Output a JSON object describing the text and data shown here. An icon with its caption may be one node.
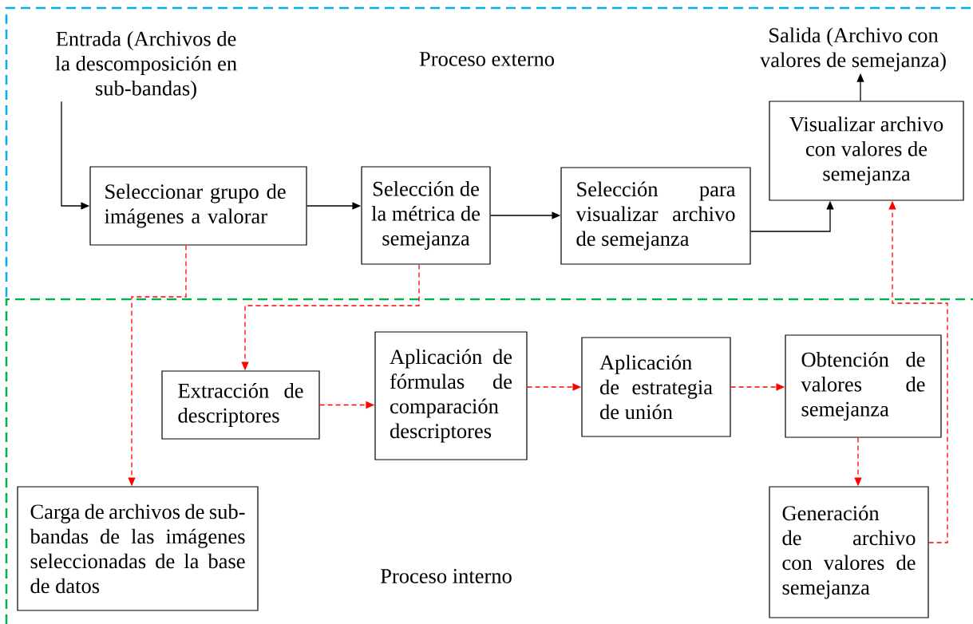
{
  "diagram": {
    "nodes": [
      {
        "text": [
          "Proceso externo"
        ]
      },
      {
        "text": [
          "Entrada (Archivos de la descomposición en sub-bandas)"
        ],
        "in": 0
      },
      {
        "text": [
          "Seleccionar grupo de imágenes a valorar"
        ],
        "in": 0
      },
      {
        "text": [
          "Selección de la métrica de semejanza"
        ],
        "in": 0
      },
      {
        "text": [
          "Selección para visualizar archivo de semejanza"
        ],
        "in": 0
      },
      {
        "text": [
          "Visualizar archivo con valores de semejanza"
        ],
        "in": 0
      },
      {
        "text": [
          "Salida (Archivo con valores de semejanza)"
        ],
        "in": 0
      },
      {
        "text": [
          "Proceso interno"
        ]
      },
      {
        "text": [
          "Extracción de descriptores"
        ],
        "in": 7
      },
      {
        "text": [
          "Aplicación de fórmulas de comparación descriptores"
        ],
        "in": 7
      },
      {
        "text": [
          "Aplicación de estrategia de unión"
        ],
        "in": 7
      },
      {
        "text": [
          "Obtención de valores de semejanza"
        ],
        "in": 7
      },
      {
        "text": [
          "Carga de archivos de sub-bandas de las imágenes seleccionadas de la base de datos"
        ],
        "in": 7
      },
      {
        "text": [
          "Generación de archivo con valores de semejanza"
        ],
        "in": 7
      }
    ],
    "edges": [
      {
        "from": 1,
        "to": 2,
        "arrow": "to",
        "color": "#000000"
      },
      {
        "from": 2,
        "to": 3,
        "arrow": "to",
        "color": "#000000"
      },
      {
        "from": 3,
        "to": 4,
        "arrow": "to",
        "color": "#000000"
      },
      {
        "from": 4,
        "to": 5,
        "arrow": "to",
        "color": "#000000"
      },
      {
        "from": 5,
        "to": 6,
        "arrow": "to",
        "color": "#000000"
      },
      {
        "from": 2,
        "to": 12,
        "arrow": "to",
        "style": "dashed"
      },
      {
        "from": 3,
        "to": 8,
        "arrow": "to",
        "style": "dashed"
      },
      {
        "from": 8,
        "to": 9,
        "arrow": "to",
        "style": "dashed"
      },
      {
        "from": 9,
        "to": 10,
        "arrow": "to",
        "style": "dashed"
      },
      {
        "from": 10,
        "to": 11,
        "arrow": "to",
        "style": "dashed"
      },
      {
        "from": 11,
        "to": 13,
        "arrow": "to",
        "style": "dashed"
      },
      {
        "from": 13,
        "to": 5,
        "arrow": "to",
        "style": "dashed"
      }
    ]
  }
}
